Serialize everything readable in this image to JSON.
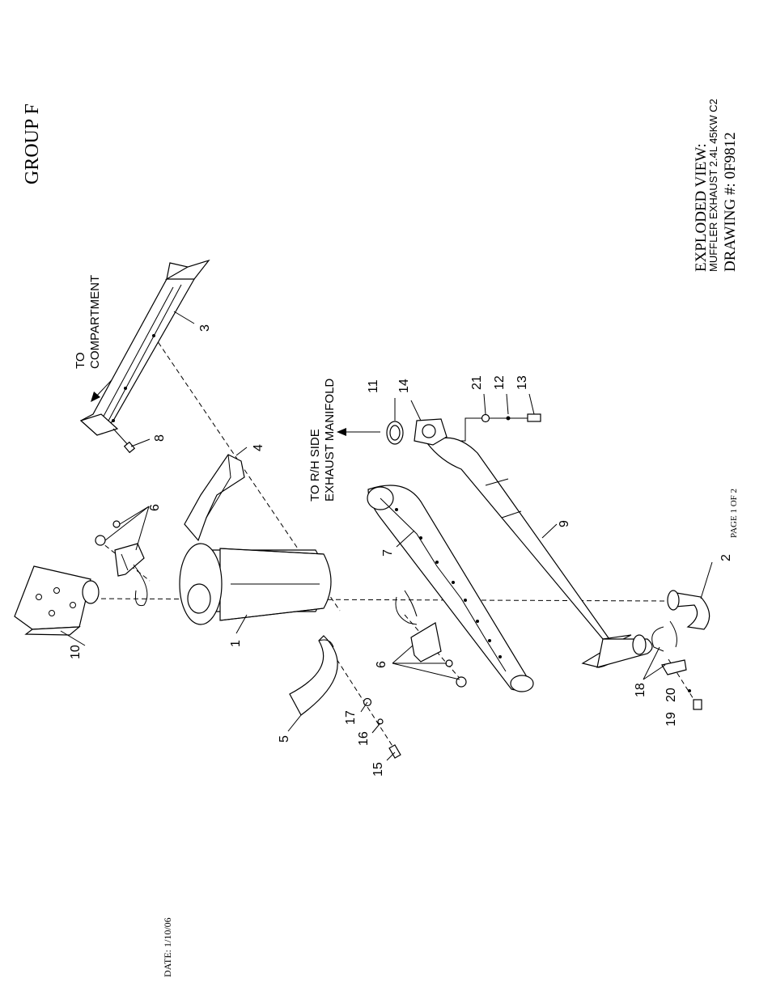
{
  "header": {
    "group_title": "GROUP F"
  },
  "title_block": {
    "line1": "EXPLODED VIEW:",
    "line2": "MUFFLER EXHAUST 2.4L 45KW C2",
    "line3": "DRAWING #: 0F9812"
  },
  "footer": {
    "date": "DATE: 1/10/06",
    "page": "PAGE 1 OF 2"
  },
  "notes": {
    "to_compartment_1": "TO",
    "to_compartment_2": "COMPARTMENT",
    "to_manifold_1": "TO R/H SIDE",
    "to_manifold_2": "EXHAUST MANIFOLD"
  },
  "callouts": {
    "c1": "1",
    "c2": "2",
    "c3": "3",
    "c4": "4",
    "c5": "5",
    "c6a": "6",
    "c6b": "6",
    "c7": "7",
    "c8": "8",
    "c9": "9",
    "c10": "10",
    "c11": "11",
    "c12": "12",
    "c13": "13",
    "c14": "14",
    "c15": "15",
    "c16": "16",
    "c17": "17",
    "c18": "18",
    "c19": "19",
    "c20": "20",
    "c21": "21"
  }
}
